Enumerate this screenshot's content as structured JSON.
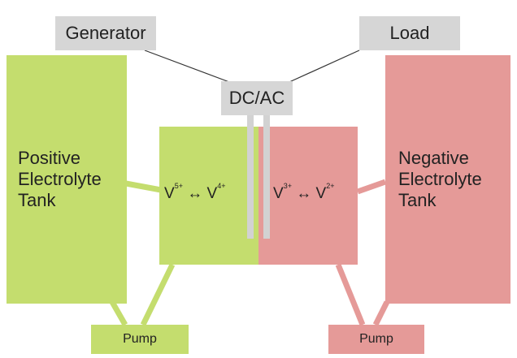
{
  "boxes": {
    "generator": "Generator",
    "load": "Load",
    "converter": "DC/AC"
  },
  "tanks": {
    "positive": {
      "lines": [
        "Positive",
        "Electrolyte",
        "Tank"
      ]
    },
    "negative": {
      "lines": [
        "Negative",
        "Electrolyte",
        "Tank"
      ]
    }
  },
  "cell": {
    "positive": {
      "ion_a": "V",
      "charge_a": "5+",
      "arrow": "↔",
      "ion_b": "V",
      "charge_b": "4+"
    },
    "negative": {
      "ion_a": "V",
      "charge_a": "3+",
      "arrow": "↔",
      "ion_b": "V",
      "charge_b": "2+"
    }
  },
  "pumps": {
    "left": "Pump",
    "right": "Pump"
  },
  "colors": {
    "positive": "#c4dd6e",
    "negative": "#e59a98",
    "neutral": "#d6d6d6",
    "electrode": "#d2d2d2"
  }
}
